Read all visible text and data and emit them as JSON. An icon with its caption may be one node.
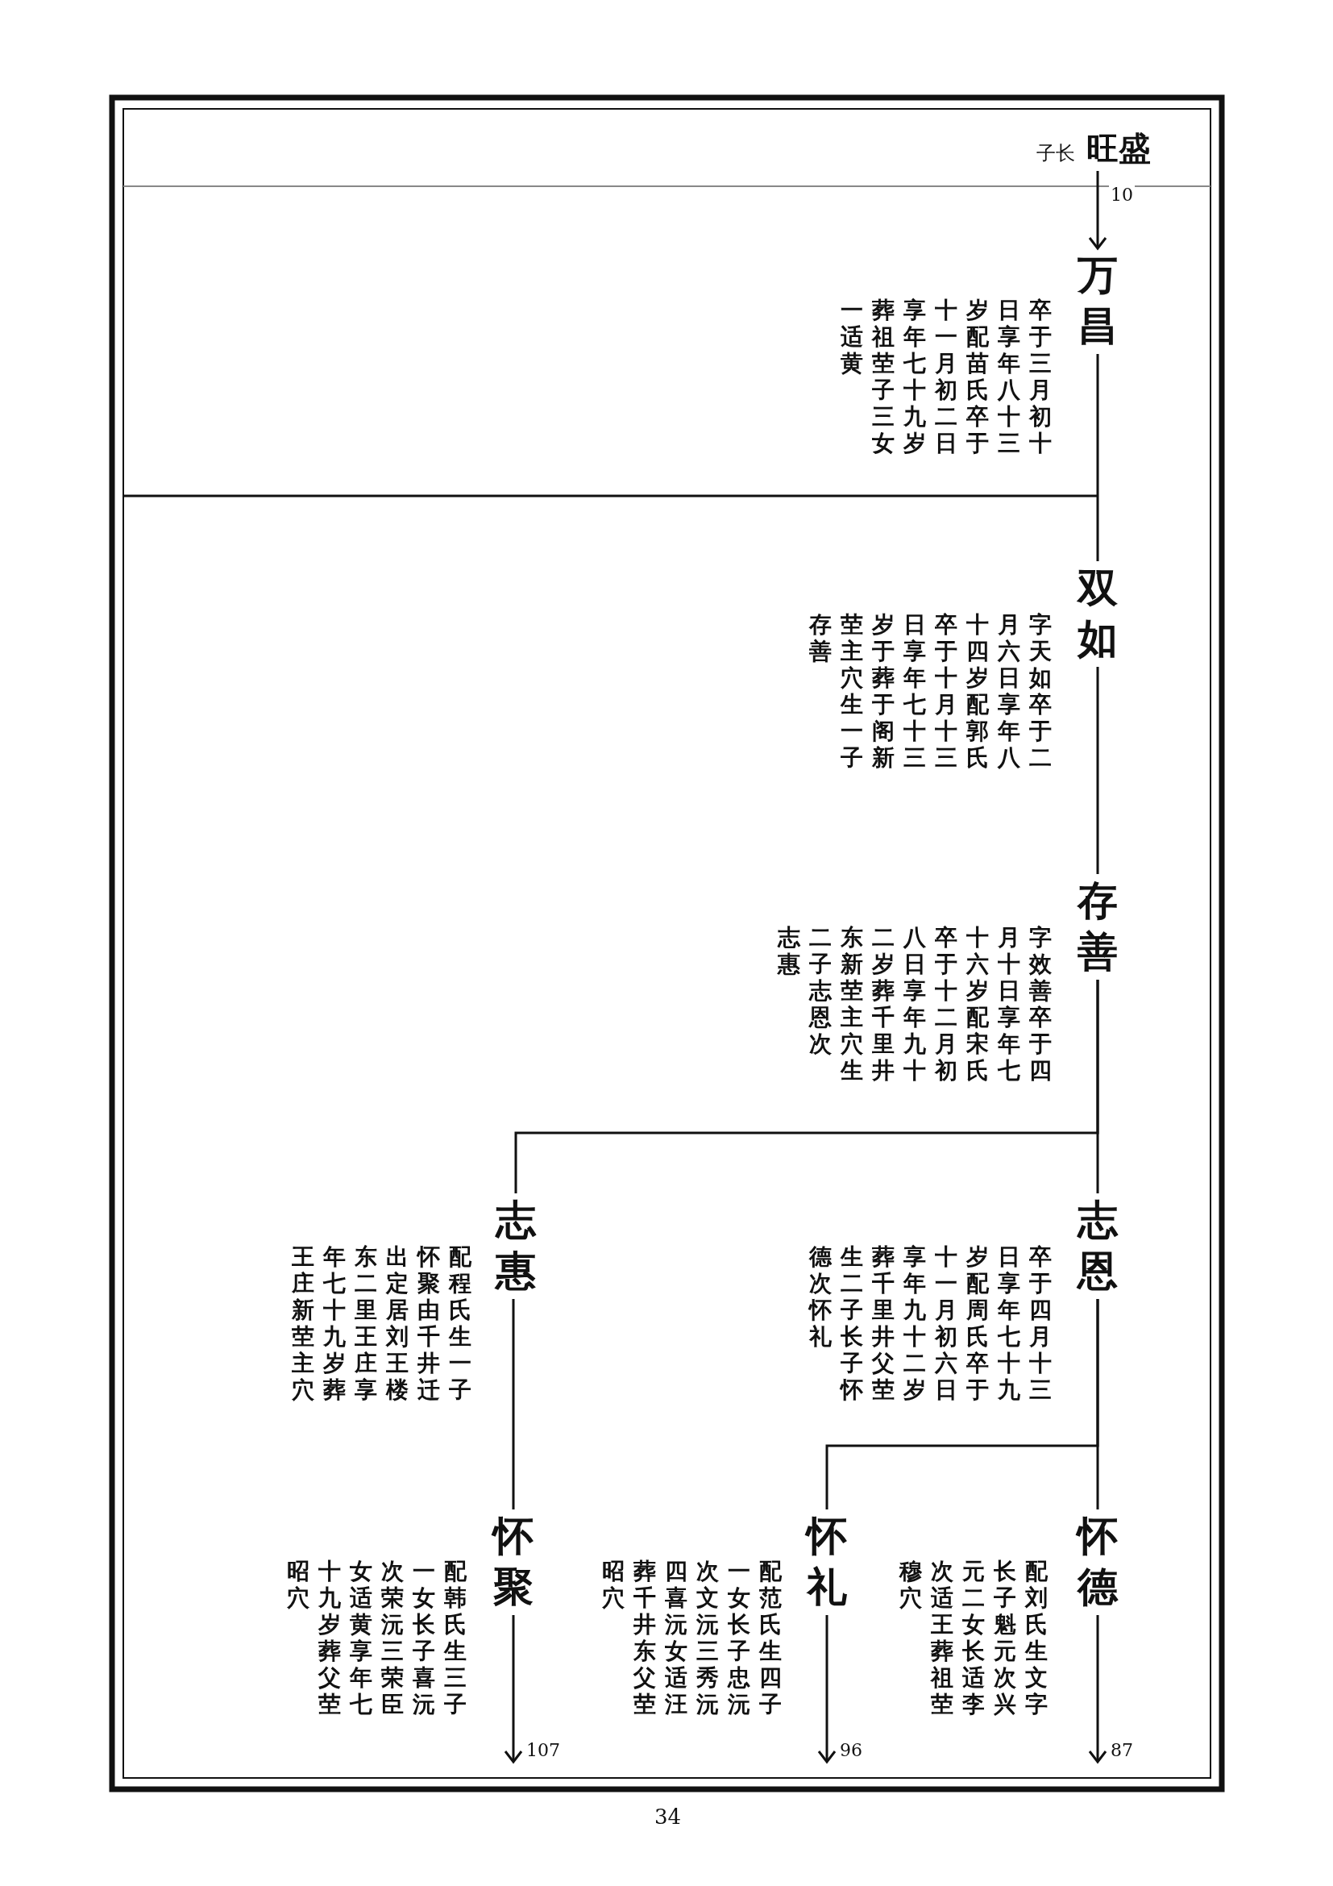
{
  "diagram": {
    "nodes": [
      {
        "text": [
          "旺盛"
        ],
        "beside": [
          "子长"
        ]
      },
      {
        "text": [
          "万昌"
        ],
        "beside": [
          "卒于三月初十日享年八十三岁配苗氏卒于十一月初二日享年七十九岁葬祖茔子三女一适黄"
        ]
      },
      {
        "text": [
          "双如"
        ],
        "beside": [
          "字天如卒于二月六日享年八十四岁配郭氏卒于十月十三日享年七十三岁于葬于阁新茔主穴生一子存善"
        ]
      },
      {
        "text": [
          "存善"
        ],
        "beside": [
          "字效善卒于四月十日享年七十六岁配宋氏卒于十二月初八日享年九十二岁葬千里井东新茔主穴生二子志恩次志惠"
        ]
      },
      {
        "text": [
          "志恩"
        ],
        "beside": [
          "卒于四月十三日享年七十九岁配周氏卒于十一月初六日享年九十二岁葬千里井父茔生二子长子怀德次怀礼"
        ]
      },
      {
        "text": [
          "志惠"
        ],
        "beside": [
          "配程氏生一子怀聚由千井迁出定居刘王楼东二里王庄享年七十九岁葬王庄新茔主穴"
        ]
      },
      {
        "text": [
          "怀德"
        ],
        "beside": [
          "配刘氏生文字长子魁元次兴元二女长适李次适王葬祖茔穆穴"
        ]
      },
      {
        "text": [
          "怀礼"
        ],
        "beside": [
          "配范氏生四子一女长子忠沅次文沅三秀沅四喜沅女适汪葬千井东父茔昭穴"
        ]
      },
      {
        "text": [
          "怀聚"
        ],
        "beside": [
          "配韩氏生三子一女长子喜沅次荣沅三荣臣女适黄享年七十九岁葬父茔昭穴"
        ]
      }
    ],
    "edges": [
      {
        "from": 0,
        "to": 1,
        "arrow": "to",
        "label": "10"
      },
      {
        "from": 1,
        "to": 2,
        "arrow": "none"
      },
      {
        "from": 2,
        "to": 3,
        "arrow": "none"
      },
      {
        "from": 3,
        "to": 4,
        "arrow": "none"
      },
      {
        "from": 3,
        "to": 5,
        "arrow": "none"
      },
      {
        "from": 4,
        "to": 6,
        "arrow": "none"
      },
      {
        "from": 4,
        "to": 7,
        "arrow": "none"
      },
      {
        "from": 5,
        "to": 8,
        "arrow": "none"
      },
      {
        "from": 6,
        "to": null,
        "arrow": "to",
        "label": "87"
      },
      {
        "from": 7,
        "to": null,
        "arrow": "to",
        "label": "96"
      },
      {
        "from": 8,
        "to": null,
        "arrow": "to",
        "label": "107"
      }
    ],
    "labels": [
      "34"
    ]
  }
}
